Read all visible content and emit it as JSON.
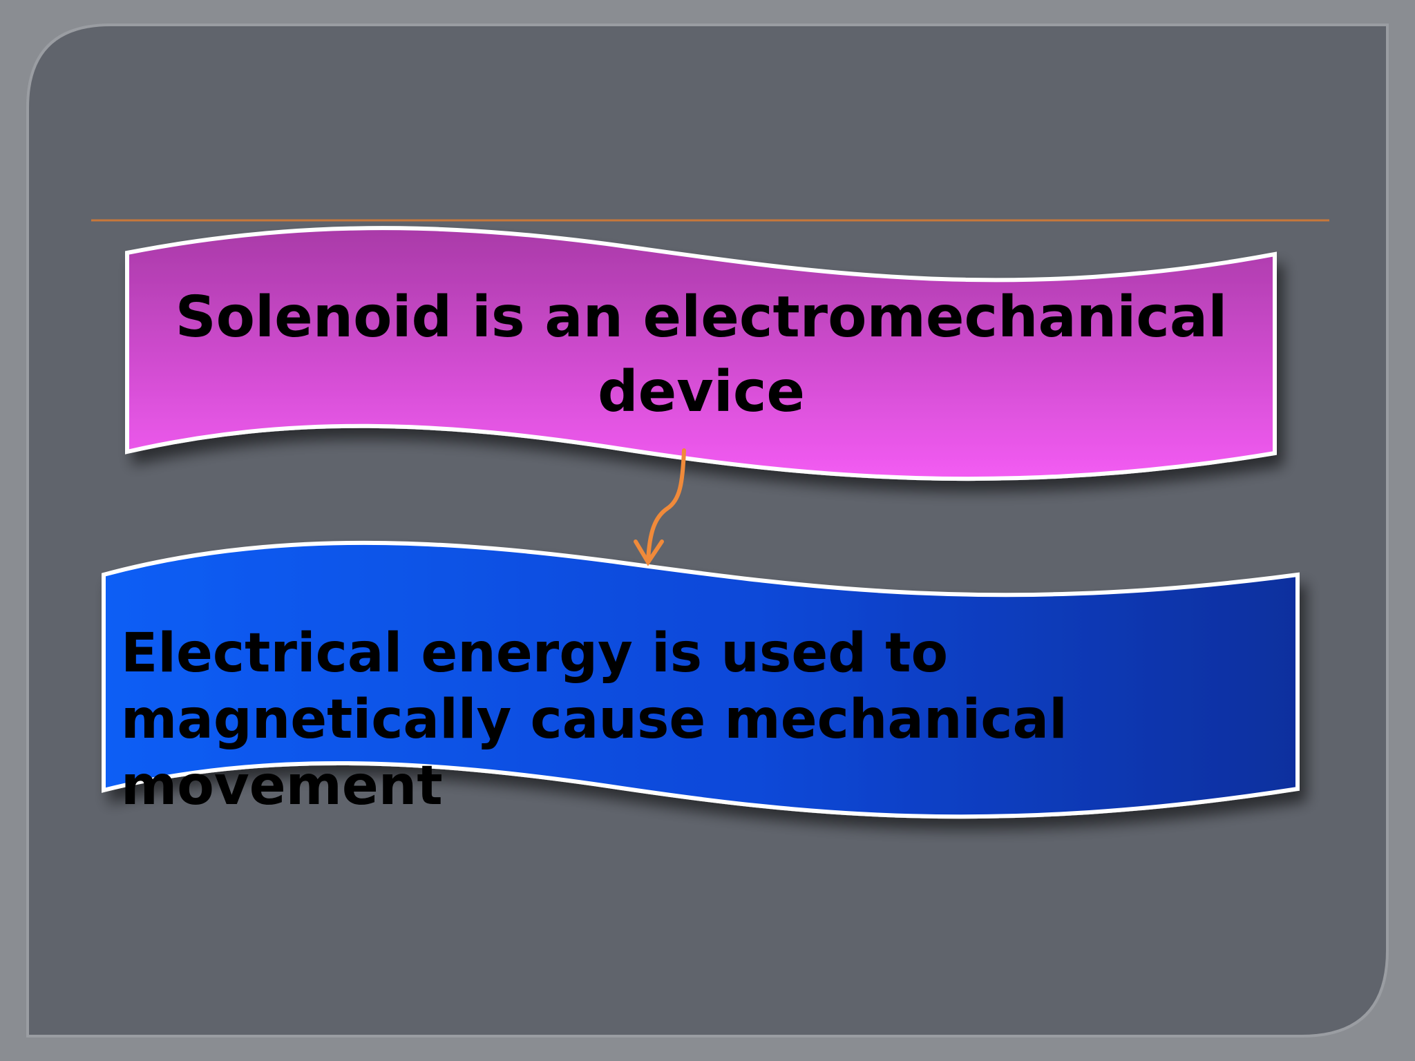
{
  "slide": {
    "top_banner": {
      "text": "Solenoid is an electromechanical device"
    },
    "bottom_banner": {
      "text": "Electrical energy is used to magnetically cause mechanical movement"
    },
    "connector": {
      "from": "top_banner",
      "to": "bottom_banner"
    }
  },
  "colors": {
    "outer_background": "#8a8d92",
    "slide_background": "#60646c",
    "rule_line": "#c8773a",
    "top_banner_fill_start": "#a93aa8",
    "top_banner_fill_end": "#f35cf3",
    "bottom_banner_fill_start": "#0a5ef5",
    "bottom_banner_fill_end": "#0a2f9e",
    "banner_border": "#ffffff",
    "connector_arrow": "#f08a3a",
    "text": "#000000"
  }
}
